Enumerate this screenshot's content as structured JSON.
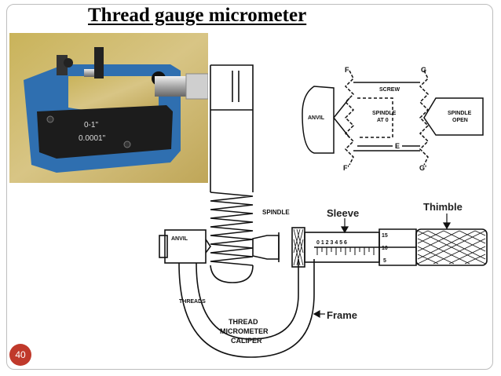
{
  "slide": {
    "title": "Thread gauge micrometer",
    "page_number": "40"
  },
  "photo": {
    "range_text": "0-1\"",
    "resolution_text": "0.0001\""
  },
  "callouts": {
    "thimble": "Thimble",
    "sleeve": "Sleeve",
    "frame": "Frame"
  },
  "caliper_drawing": {
    "spindle": "SPINDLE",
    "anvil": "ANVIL",
    "threads": "THREADS",
    "caption_line1": "THREAD",
    "caption_line2": "MICROMETER",
    "caption_line3": "CALIPER",
    "sleeve_scale": "0 1 2 3 4 5 6",
    "thimble_scale_top": "15",
    "thimble_scale_mid": "10",
    "thimble_scale_low": "5"
  },
  "detail_drawing": {
    "f_top": "F",
    "g_top": "G",
    "f_bottom": "F'",
    "g_bottom": "G'",
    "screw": "SCREW",
    "spindle_at_0_line1": "SPINDLE",
    "spindle_at_0_line2": "AT 0",
    "anvil": "ANVIL",
    "spindle_open_line1": "SPINDLE",
    "spindle_open_line2": "OPEN",
    "e_label": "E"
  },
  "colors": {
    "badge": "#c0392b",
    "micrometer_blue": "#2f6fb0"
  }
}
